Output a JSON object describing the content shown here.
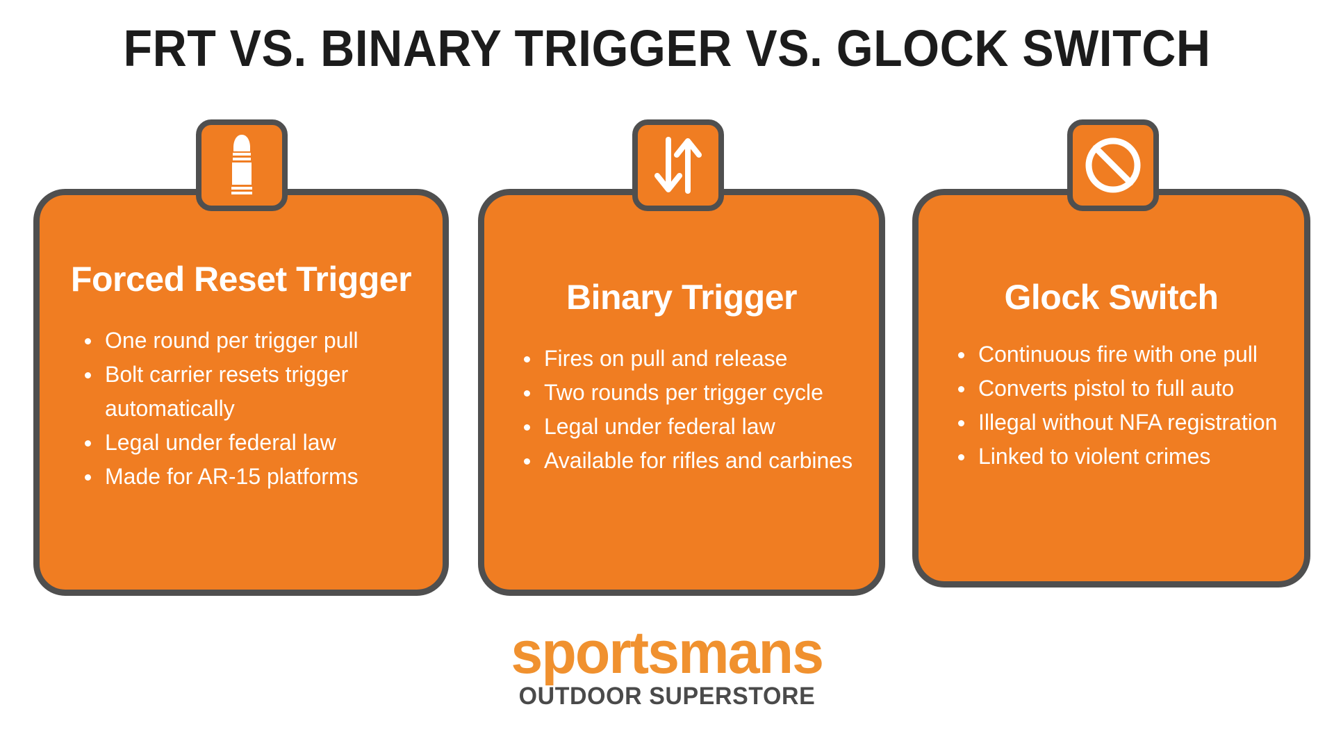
{
  "page": {
    "title": "FRT VS. BINARY TRIGGER VS. GLOCK SWITCH",
    "background_color": "#ffffff"
  },
  "colors": {
    "accent_orange": "#f07d22",
    "logo_orange": "#f0912f",
    "border_gray": "#4f4f4f",
    "title_black": "#1c1c1c",
    "text_white": "#ffffff",
    "logo_sub_gray": "#4a4a4a"
  },
  "cards": [
    {
      "icon": "bullet-cartridge-icon",
      "heading": "Forced Reset Trigger",
      "bullets": [
        "One round per trigger pull",
        "Bolt carrier resets trigger automatically",
        "Legal under federal law",
        "Made for AR-15 platforms"
      ]
    },
    {
      "icon": "up-down-arrows-icon",
      "heading": "Binary Trigger",
      "bullets": [
        "Fires on pull and release",
        "Two rounds per trigger cycle",
        "Legal under federal law",
        "Available for rifles and carbines"
      ]
    },
    {
      "icon": "prohibited-icon",
      "heading": "Glock Switch",
      "bullets": [
        "Continuous fire with one pull",
        "Converts pistol to full auto",
        "Illegal without NFA registration",
        "Linked to violent crimes"
      ]
    }
  ],
  "logo": {
    "wordmark": "sportsmans",
    "tagline": "OUTDOOR SUPERSTORE"
  }
}
